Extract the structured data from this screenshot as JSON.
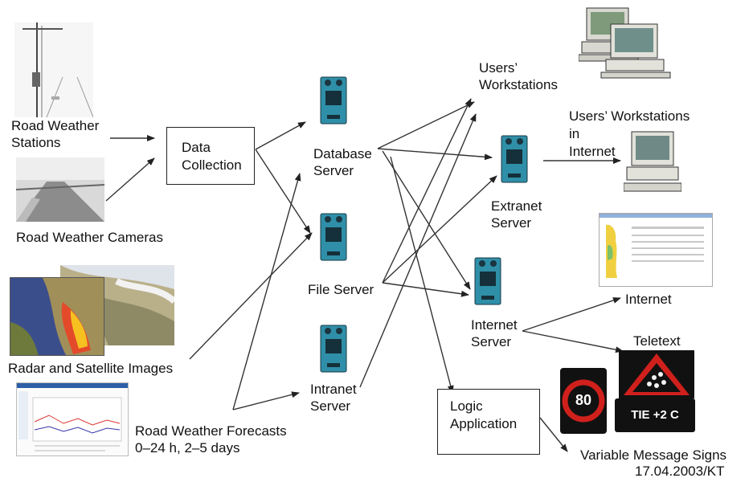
{
  "sources": {
    "road_weather_stations": "Road Weather\nStations",
    "road_weather_cameras": "Road Weather Cameras",
    "radar_satellite": "Radar and Satellite Images",
    "forecasts_line1": "Road Weather Forecasts",
    "forecasts_line2": "0–24 h, 2–5 days"
  },
  "process": {
    "data_collection_1": "Data",
    "data_collection_2": "Collection",
    "logic_1": "Logic",
    "logic_2": "Application"
  },
  "servers": {
    "database_1": "Database",
    "database_2": "Server",
    "file": "File Server",
    "intranet_1": "Intranet",
    "intranet_2": "Server",
    "extranet_1": "Extranet",
    "extranet_2": "Server",
    "internet_1": "Internet",
    "internet_2": "Server"
  },
  "outputs": {
    "users_ws_1": "Users’",
    "users_ws_2": "Workstations",
    "users_inet_1": "Users’ Workstations",
    "users_inet_2": "in",
    "users_inet_3": "Internet",
    "internet": "Internet",
    "teletext": "Teletext",
    "vms": "Variable Message Signs",
    "speed_sign": "80",
    "temp_sign": "TIE +2 C"
  },
  "footer": {
    "date": "17.04.2003/KT"
  },
  "colors": {
    "server": "#2f8fa8",
    "sign_red": "#d0201c",
    "sign_bg": "#111111"
  }
}
